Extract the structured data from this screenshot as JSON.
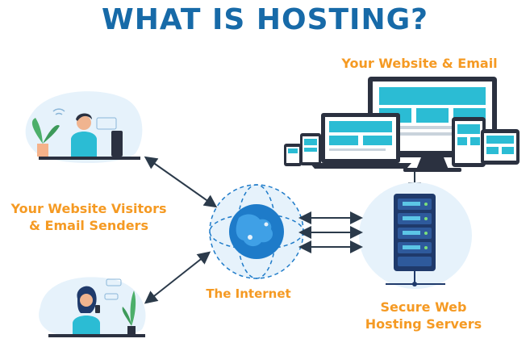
{
  "title": "WHAT IS HOSTING?",
  "labels": {
    "website_email": "Your Website & Email",
    "visitors_line1": "Your Website Visitors",
    "visitors_line2": "& Email Senders",
    "internet": "The Internet",
    "servers_line1": "Secure Web",
    "servers_line2": "Hosting Servers"
  },
  "colors": {
    "title_blue": "#176aa8",
    "label_orange": "#f59a23",
    "device_dark": "#2b3140",
    "screen_cyan": "#2bbcd4",
    "globe_blue": "#1e7bc9",
    "blob_light": "#e6f2fb",
    "server_navy": "#1f3a6b",
    "arrow_dark": "#2b3a4a"
  },
  "icons": {
    "devices": "responsive-devices-illustration",
    "visitor_top": "person-at-computer-illustration",
    "visitor_bottom": "woman-with-phone-illustration",
    "globe": "globe-illustration",
    "server": "server-rack-illustration"
  }
}
